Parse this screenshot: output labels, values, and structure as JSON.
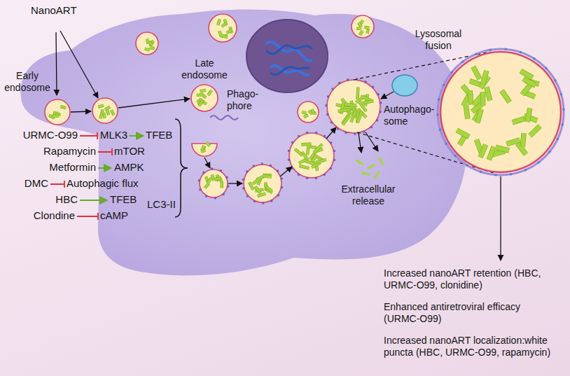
{
  "diagram": {
    "labels": [
      "NanoART",
      "Early endosome",
      "Late endosome",
      "Phago- phore",
      "Lysosomal fusion",
      "Autophago- some",
      "Extracellular release",
      "LC3-II",
      "URMC-O99",
      "MLK3",
      "TFEB",
      "Rapamycin",
      "mTOR",
      "Metformin",
      "AMPK",
      "DMC",
      "Autophagic flux",
      "HBC",
      "TFEB",
      "Clondine",
      "cAMP",
      "Increased nanoART retention (HBC, URMC-O99, clonidine)",
      "Enhanced antiretroviral efficacy (URMC-O99)",
      "Increased nanoART localization:white puncta (HBC, URMC-O99, rapamycin)"
    ]
  }
}
